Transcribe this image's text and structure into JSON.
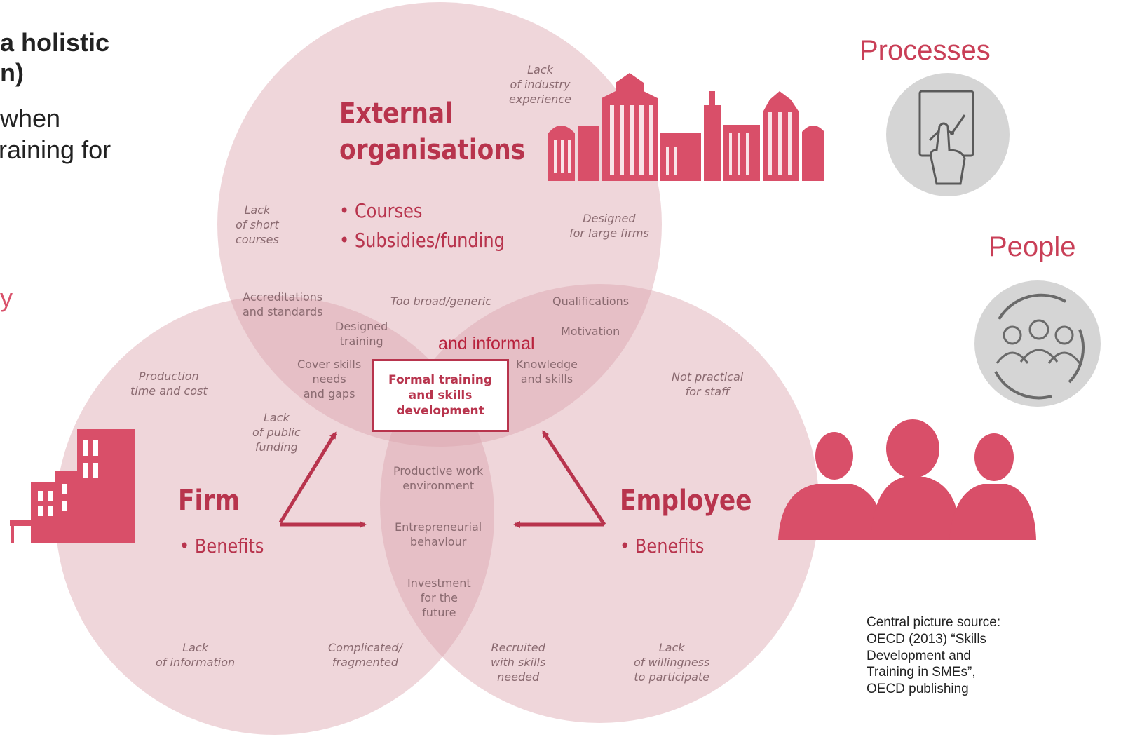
{
  "left_text": {
    "line1_suffix": "a holistic",
    "line2": "n)",
    "line3": "when",
    "line4": "training for",
    "accent_fragment": "y"
  },
  "headings": {
    "processes": "Processes",
    "people": "People"
  },
  "venn": {
    "external": {
      "title_line1": "External",
      "title_line2": "organisations",
      "bullet1": "• Courses",
      "bullet2": "• Subsidies/funding"
    },
    "firm": {
      "title": "Firm",
      "bullet": "• Benefits"
    },
    "employee": {
      "title": "Employee",
      "bullet": "• Benefits"
    },
    "center_box": "Formal training\nand skills\ndevelopment",
    "overlay_text": "and informal",
    "barriers": {
      "lack_industry": "Lack\nof industry\nexperience",
      "lack_short": "Lack\nof short\ncourses",
      "large_firms": "Designed\nfor large firms",
      "too_broad": "Too broad/generic",
      "production": "Production\ntime and cost",
      "public_funding": "Lack\nof public\nfunding",
      "not_practical": "Not practical\nfor staff",
      "lack_info": "Lack\nof information",
      "complicated": "Complicated/\nfragmented",
      "recruited": "Recruited\nwith skills\nneeded",
      "willingness": "Lack\nof willingness\nto participate"
    },
    "overlaps": {
      "accreditations": "Accreditations\nand standards",
      "designed_training": "Designed\ntraining",
      "cover_skills": "Cover skills\nneeds\nand gaps",
      "qualifications": "Qualifications",
      "motivation": "Motivation",
      "knowledge": "Knowledge\nand skills",
      "productive": "Productive work\nenvironment",
      "entrepreneurial": "Entrepreneurial\nbehaviour",
      "investment": "Investment\nfor the\nfuture"
    }
  },
  "source_text": "Central picture source:\nOECD (2013) “Skills\nDevelopment and\nTraining in SMEs”,\nOECD publishing",
  "colors": {
    "circle_fill": "#dba4ae",
    "accent": "#d9526b",
    "dark_red": "#b8344d",
    "icon_grey": "#d5d5d5",
    "silhouette": "#d94f69"
  },
  "icons": [
    "city-skyline-icon",
    "building-icon",
    "touch-chart-icon",
    "people-cycle-icon",
    "people-silhouettes-icon"
  ]
}
